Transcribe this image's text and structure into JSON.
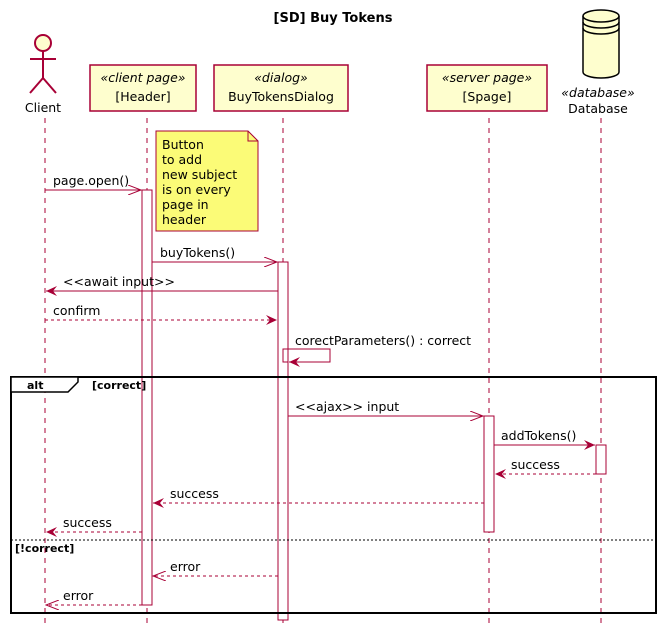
{
  "title": "[SD] Buy Tokens",
  "participants": {
    "client": {
      "name": "Client",
      "type": "actor"
    },
    "header": {
      "stereotype": "«client page»",
      "name": "[Header]"
    },
    "dialog": {
      "stereotype": "«dialog»",
      "name": "BuyTokensDialog"
    },
    "spage": {
      "stereotype": "«server page»",
      "name": "[Spage]"
    },
    "database": {
      "stereotype": "«database»",
      "name": "Database",
      "type": "database"
    }
  },
  "note": {
    "lines": [
      "Button",
      "to add",
      "new subject",
      "is on every",
      "page in",
      "header"
    ]
  },
  "messages": [
    {
      "from": "Client",
      "to": "[Header]",
      "label": "page.open()",
      "style": "async"
    },
    {
      "from": "[Header]",
      "to": "BuyTokensDialog",
      "label": "buyTokens()",
      "style": "async"
    },
    {
      "from": "BuyTokensDialog",
      "to": "Client",
      "label": "<<await input>>",
      "style": "sync"
    },
    {
      "from": "Client",
      "to": "BuyTokensDialog",
      "label": "confirm",
      "style": "return"
    },
    {
      "from": "BuyTokensDialog",
      "to": "BuyTokensDialog",
      "label": "corectParameters() : correct",
      "style": "self"
    },
    {
      "from": "BuyTokensDialog",
      "to": "[Spage]",
      "label": "<<ajax>> input",
      "style": "async"
    },
    {
      "from": "[Spage]",
      "to": "Database",
      "label": "addTokens()",
      "style": "sync"
    },
    {
      "from": "Database",
      "to": "[Spage]",
      "label": "success",
      "style": "return"
    },
    {
      "from": "[Spage]",
      "to": "[Header]",
      "label": "success",
      "style": "return"
    },
    {
      "from": "[Header]",
      "to": "Client",
      "label": "success",
      "style": "return"
    },
    {
      "from": "BuyTokensDialog",
      "to": "[Header]",
      "label": "error",
      "style": "return-open"
    },
    {
      "from": "[Header]",
      "to": "Client",
      "label": "error",
      "style": "return-open"
    }
  ],
  "alt_fragment": {
    "keyword": "alt",
    "guard": "[correct]",
    "else_guard": "[!correct]"
  },
  "colors": {
    "line": "#a80036",
    "participant_fill": "#fefece",
    "note_fill": "#fbfb77",
    "frame": "#000000"
  }
}
